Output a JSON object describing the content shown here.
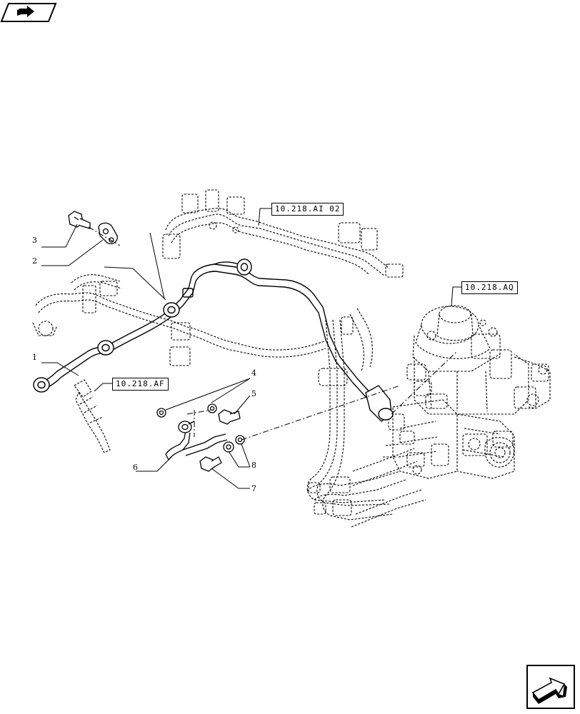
{
  "references": {
    "ai02": "10.218.AI 02",
    "aq": "10.218.AQ",
    "af": "10.218.AF"
  },
  "callouts": {
    "c1": "1",
    "c2": "2",
    "c3": "3",
    "c4": "4",
    "c5": "5",
    "c6": "6",
    "c7": "7",
    "c8": "8"
  },
  "icons": {
    "back": "back-arrow-icon",
    "next": "next-arrow-icon"
  },
  "colors": {
    "line": "#000000",
    "background": "#ffffff"
  }
}
